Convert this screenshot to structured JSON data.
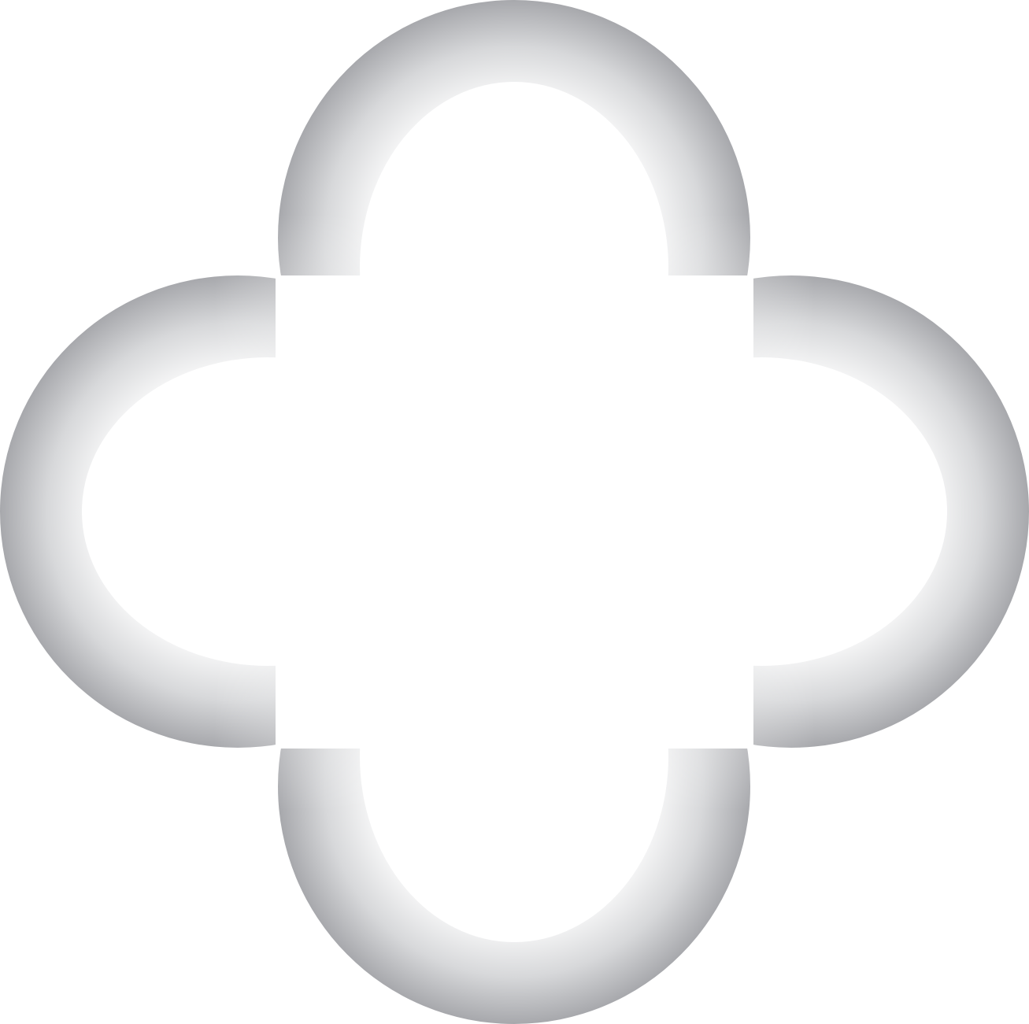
{
  "shape": {
    "icon": "quatrefoil-ring-icon",
    "petals": [
      "top",
      "right",
      "bottom",
      "left"
    ],
    "colors": {
      "background": "#ffffff",
      "ring_dark": "#a7a8ac",
      "ring_mid": "#d7d8da",
      "ring_light": "#ffffff"
    }
  }
}
